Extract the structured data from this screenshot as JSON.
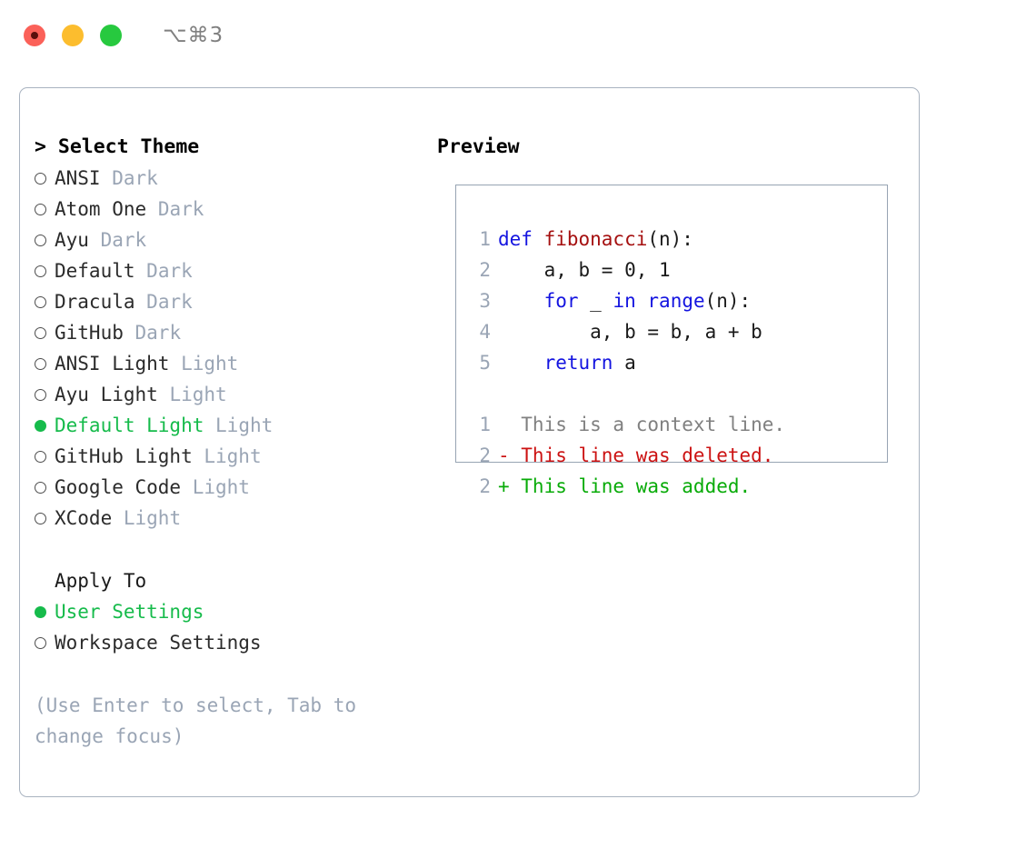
{
  "titlebar": {
    "shortcut": "⌥⌘3",
    "buttons": [
      {
        "name": "close",
        "color": "#fb6159"
      },
      {
        "name": "minimize",
        "color": "#fcbd2e"
      },
      {
        "name": "maximize",
        "color": "#27c93f"
      }
    ]
  },
  "theme_panel": {
    "header": "> Select Theme",
    "themes": [
      {
        "name": "ANSI",
        "tag": "Dark",
        "selected": false
      },
      {
        "name": "Atom One",
        "tag": "Dark",
        "selected": false
      },
      {
        "name": "Ayu",
        "tag": "Dark",
        "selected": false
      },
      {
        "name": "Default",
        "tag": "Dark",
        "selected": false
      },
      {
        "name": "Dracula",
        "tag": "Dark",
        "selected": false
      },
      {
        "name": "GitHub",
        "tag": "Dark",
        "selected": false
      },
      {
        "name": "ANSI Light",
        "tag": "Light",
        "selected": false
      },
      {
        "name": "Ayu Light",
        "tag": "Light",
        "selected": false
      },
      {
        "name": "Default Light",
        "tag": "Light",
        "selected": true
      },
      {
        "name": "GitHub Light",
        "tag": "Light",
        "selected": false
      },
      {
        "name": "Google Code",
        "tag": "Light",
        "selected": false
      },
      {
        "name": "XCode",
        "tag": "Light",
        "selected": false
      }
    ]
  },
  "apply_to": {
    "header": "Apply To",
    "options": [
      {
        "label": "User Settings",
        "selected": true
      },
      {
        "label": "Workspace Settings",
        "selected": false
      }
    ]
  },
  "hint": "(Use Enter to select, Tab to change focus)",
  "preview": {
    "title": "Preview",
    "code_lines": [
      {
        "number": "1",
        "segments": [
          {
            "text": "def ",
            "style": "kw"
          },
          {
            "text": "fibonacci",
            "style": "fn"
          },
          {
            "text": "(n):",
            "style": "pl"
          }
        ]
      },
      {
        "number": "2",
        "segments": [
          {
            "text": "    a, b = 0, 1",
            "style": "pl"
          }
        ]
      },
      {
        "number": "3",
        "segments": [
          {
            "text": "    ",
            "style": "pl"
          },
          {
            "text": "for",
            "style": "kw"
          },
          {
            "text": " _ ",
            "style": "pl"
          },
          {
            "text": "in",
            "style": "kw"
          },
          {
            "text": " ",
            "style": "pl"
          },
          {
            "text": "range",
            "style": "kw"
          },
          {
            "text": "(n):",
            "style": "pl"
          }
        ]
      },
      {
        "number": "4",
        "segments": [
          {
            "text": "        a, b = b, a + b",
            "style": "pl"
          }
        ]
      },
      {
        "number": "5",
        "segments": [
          {
            "text": "    ",
            "style": "pl"
          },
          {
            "text": "return",
            "style": "kw"
          },
          {
            "text": " a",
            "style": "pl"
          }
        ]
      }
    ],
    "diff_lines": [
      {
        "number": "1",
        "marker": " ",
        "text": "  This is a context line.",
        "style": "ctx"
      },
      {
        "number": "2",
        "marker": "-",
        "text": "- This line was deleted.",
        "style": "del"
      },
      {
        "number": "2",
        "marker": "+",
        "text": "+ This line was added.",
        "style": "add"
      }
    ]
  },
  "colors": {
    "accent_green": "#16bb4b",
    "muted": "#9aa5b5",
    "border": "#a9b3c0",
    "panel_border": "#97a4b3",
    "keyword": "#1414e0",
    "function": "#a51010",
    "diff_add": "#08ab08",
    "diff_del": "#cc1212",
    "context": "#808080"
  }
}
